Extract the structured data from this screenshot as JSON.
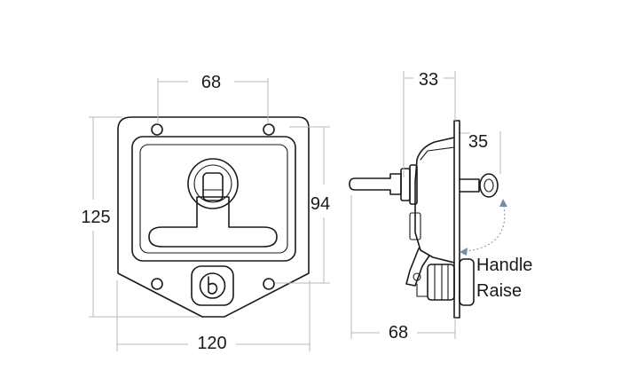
{
  "front_view": {
    "dim_hole_spacing": "68",
    "dim_overall_height": "125",
    "dim_tray_height": "94",
    "dim_overall_width": "120"
  },
  "side_view": {
    "dim_depth_top": "33",
    "dim_handle_offset": "35",
    "dim_depth_bottom": "68",
    "handle_label_line1": "Handle",
    "handle_label_line2": "Raise"
  },
  "colors": {
    "line": "#1a1a1a",
    "dimension_line": "#b9b9b9",
    "raise_arrow": "#7a8aa6"
  }
}
